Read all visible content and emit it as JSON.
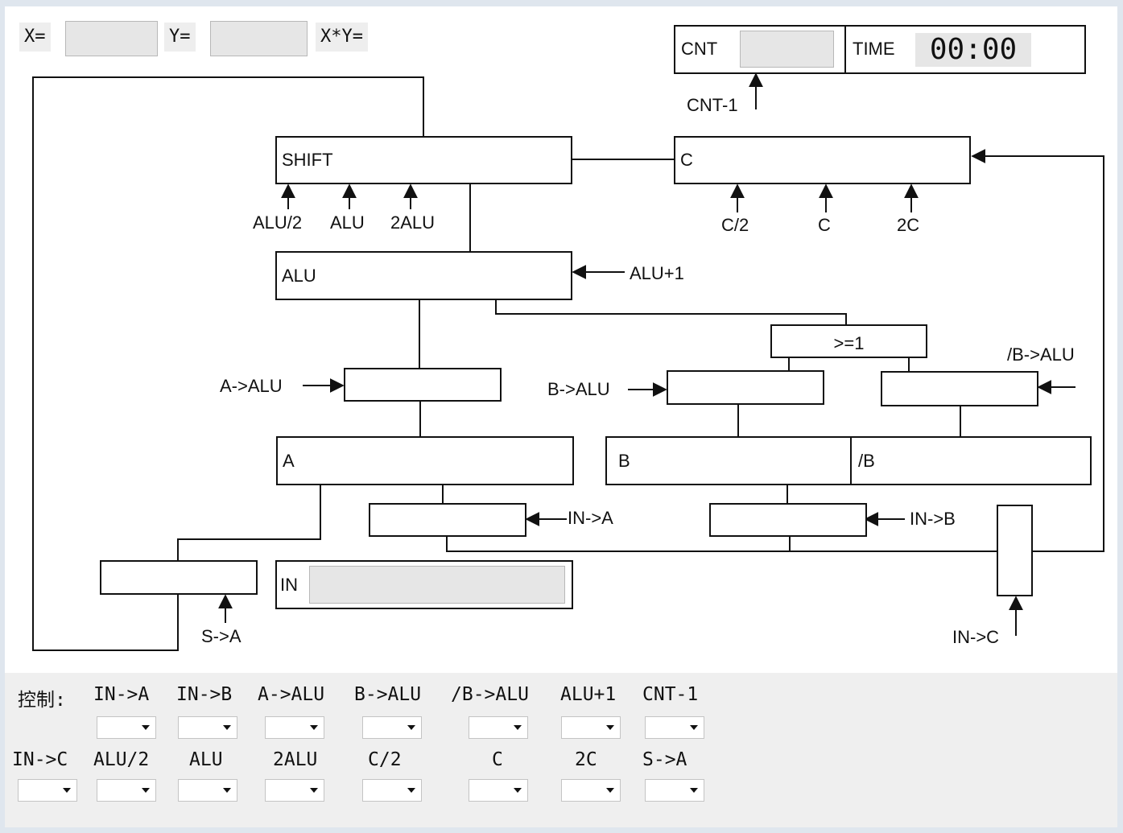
{
  "inputs": {
    "x_label": "X=",
    "y_label": "Y=",
    "xy_label": "X*Y=",
    "x_value": "",
    "y_value": "",
    "in_value": "",
    "cnt_value": ""
  },
  "counter": {
    "cnt_label": "CNT",
    "time_label": "TIME",
    "time_value": "00:00",
    "cnt_dec": "CNT-1"
  },
  "registers": {
    "shift": "SHIFT",
    "alu": "ALU",
    "c": "C",
    "a": "A",
    "b": "B",
    "nb": "/B",
    "ge1": ">=1",
    "in": "IN"
  },
  "signals": {
    "alu_half": "ALU/2",
    "alu": "ALU",
    "alu_double": "2ALU",
    "c_half": "C/2",
    "c": "C",
    "c_double": "2C",
    "alu_plus1": "ALU+1",
    "a_to_alu": "A->ALU",
    "b_to_alu": "B->ALU",
    "nb_to_alu": "/B->ALU",
    "in_to_a": "IN->A",
    "in_to_b": "IN->B",
    "in_to_c": "IN->C",
    "s_to_a": "S->A"
  },
  "controls": {
    "title": "控制:",
    "row1": [
      "IN->A",
      "IN->B",
      "A->ALU",
      "B->ALU",
      "/B->ALU",
      "ALU+1",
      "CNT-1"
    ],
    "row2": [
      "IN->C",
      "ALU/2",
      "ALU",
      "2ALU",
      "C/2",
      "C",
      "2C",
      "S->A"
    ]
  }
}
